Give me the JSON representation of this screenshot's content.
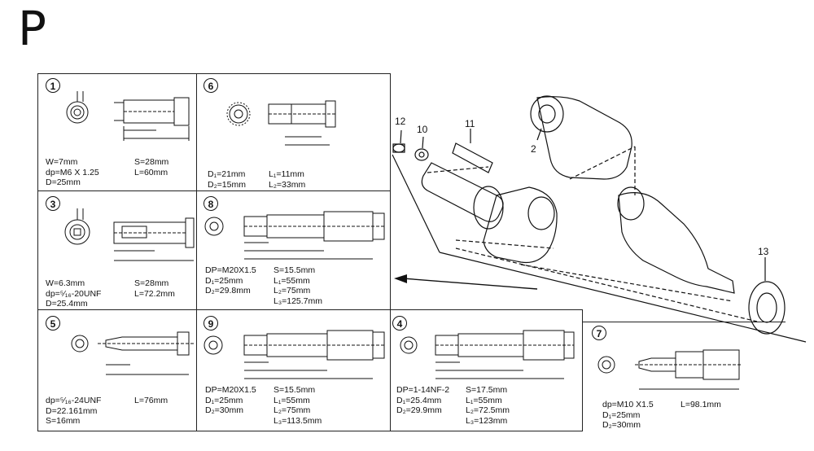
{
  "section_letter": "P",
  "panels": {
    "p1": {
      "num": "1",
      "spec_left": "W=7mm\ndp=M6 X 1.25\nD=25mm",
      "spec_right": "S=28mm\nL=60mm"
    },
    "p6": {
      "num": "6",
      "spec_left": "D₁=21mm\nD₂=15mm",
      "spec_right": "L₁=11mm\nL₂=33mm"
    },
    "p3": {
      "num": "3",
      "spec_left": "W=6.3mm\ndp=⁵⁄₁₆-20UNF\nD=25.4mm",
      "spec_right": "S=28mm\nL=72.2mm"
    },
    "p8": {
      "num": "8",
      "spec_left": "DP=M20X1.5\nD₁=25mm\nD₂=29.8mm",
      "spec_right": "S=15.5mm\nL₁=55mm\nL₂=75mm\nL₃=125.7mm"
    },
    "p5": {
      "num": "5",
      "spec_left": "dp=⁵⁄₁₆-24UNF\nD=22.161mm\nS=16mm",
      "spec_right": "L=76mm"
    },
    "p9": {
      "num": "9",
      "spec_left": "DP=M20X1.5\nD₁=25mm\nD₂=30mm",
      "spec_right": "S=15.5mm\nL₁=55mm\nL₂=75mm\nL₃=113.5mm"
    },
    "p4": {
      "num": "4",
      "spec_left": "DP=1-14NF-2\nD₁=25.4mm\nD₂=29.9mm",
      "spec_right": "S=17.5mm\nL₁=55mm\nL₂=72.5mm\nL₃=123mm"
    },
    "p7": {
      "num": "7",
      "spec_left": "dp=M10 X1.5\nD₁=25mm\nD₂=30mm",
      "spec_right": "L=98.1mm"
    }
  },
  "callouts": {
    "c12": "12",
    "c10": "10",
    "c11": "11",
    "c2": "2",
    "c13": "13"
  }
}
